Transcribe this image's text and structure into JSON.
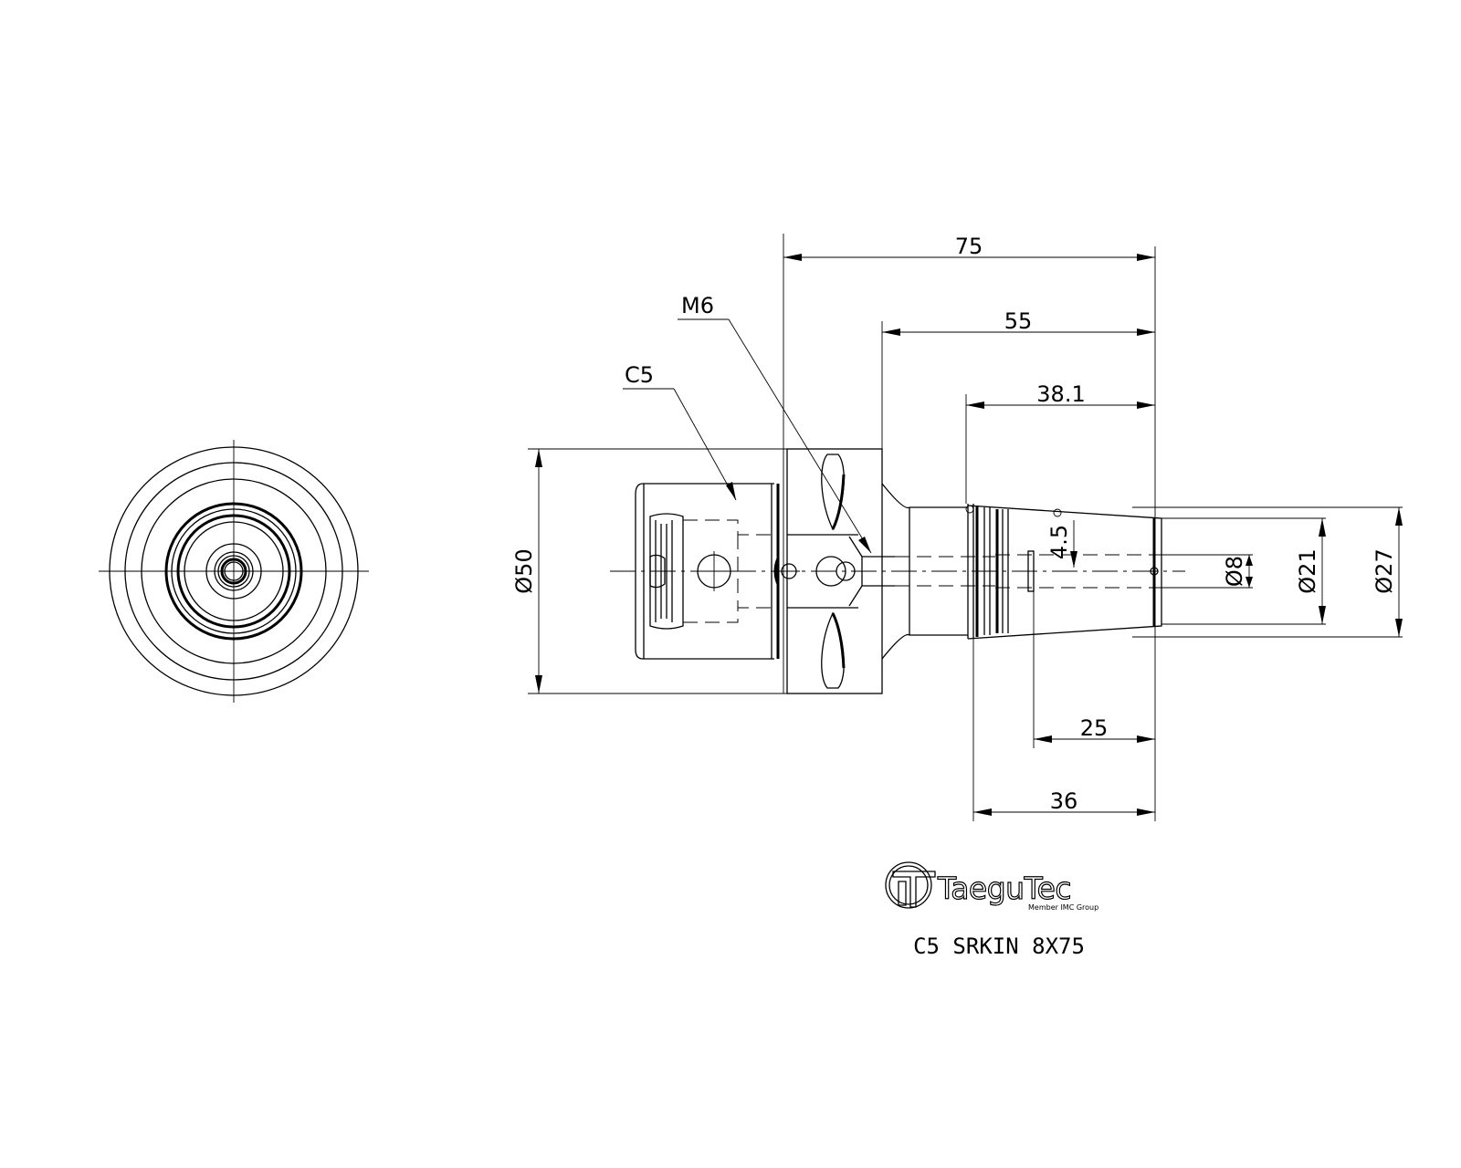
{
  "dimensions": {
    "overall_length": "75",
    "shank_length": "55",
    "taper_length": "38.1",
    "bore_depth": "25",
    "thread_length": "36",
    "flange_diameter": "Ø50",
    "taper_small_diameter": "Ø21",
    "taper_large_diameter": "Ø27",
    "bore_diameter": "Ø8",
    "bore_offset": "4.5"
  },
  "callouts": {
    "screw": "M6",
    "collet_size": "C5"
  },
  "logo": {
    "brand": "TaeguTec",
    "tagline": "Member IMC Group"
  },
  "part_number": "C5 SRKIN 8X75"
}
